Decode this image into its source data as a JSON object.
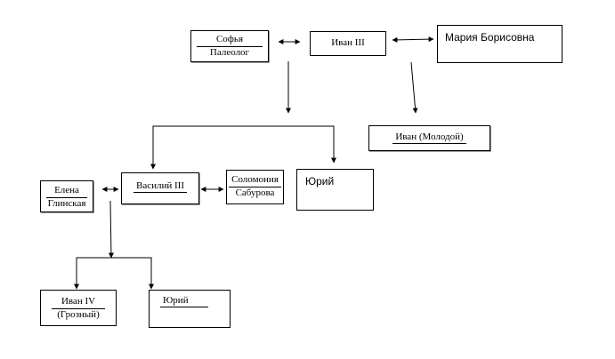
{
  "nodes": {
    "sofya": [
      "Софья",
      "Палеолог"
    ],
    "ivan3": "Иван III",
    "maria": "Мария Борисовна",
    "ivan_molodoy": "Иван (Молодой)",
    "vasily3": "Василий III",
    "solomonia": [
      "Соломония",
      "Сабурова"
    ],
    "yury1": "Юрий",
    "elena": [
      "Елена",
      "Глинская"
    ],
    "ivan4": [
      "Иван IV",
      "(Грозный)"
    ],
    "yury2": "Юрий"
  }
}
